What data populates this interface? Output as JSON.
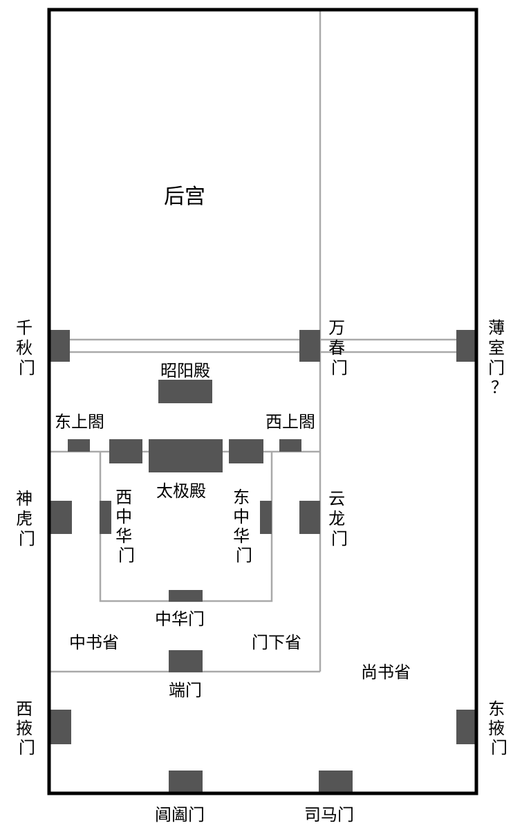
{
  "colors": {
    "wall": "#000000",
    "building": "#555555",
    "line": "#a9a9a9",
    "background": "#ffffff"
  },
  "labels": {
    "hougong": "后宫",
    "zhaoyangdian": "昭阳殿",
    "taijidian": "太极殿",
    "dongshangge": "东上閤",
    "xishangge": "西上閤",
    "zhonghuamen": "中华门",
    "zhongshusheng": "中书省",
    "menxiasheng": "门下省",
    "shangshusheng": "尚书省",
    "duanmen": "端门",
    "changhemen": "阊阖门",
    "simamen": "司马门",
    "qianqiumen": [
      "千",
      "秋",
      "门"
    ],
    "wanchunmen": [
      "万",
      "春",
      "门"
    ],
    "boshimen": [
      "薄",
      "室",
      "门",
      "？"
    ],
    "shenhumen": [
      "神",
      "虎",
      "门"
    ],
    "yunlongmen": [
      "云",
      "龙",
      "门"
    ],
    "xizhonghuamen": [
      "西",
      "中",
      "华",
      "门"
    ],
    "dongzhonghuamen": [
      "东",
      "中",
      "华",
      "门"
    ],
    "xiyemen": [
      "西",
      "掖",
      "门"
    ],
    "dongyemen": [
      "东",
      "掖",
      "门"
    ]
  }
}
